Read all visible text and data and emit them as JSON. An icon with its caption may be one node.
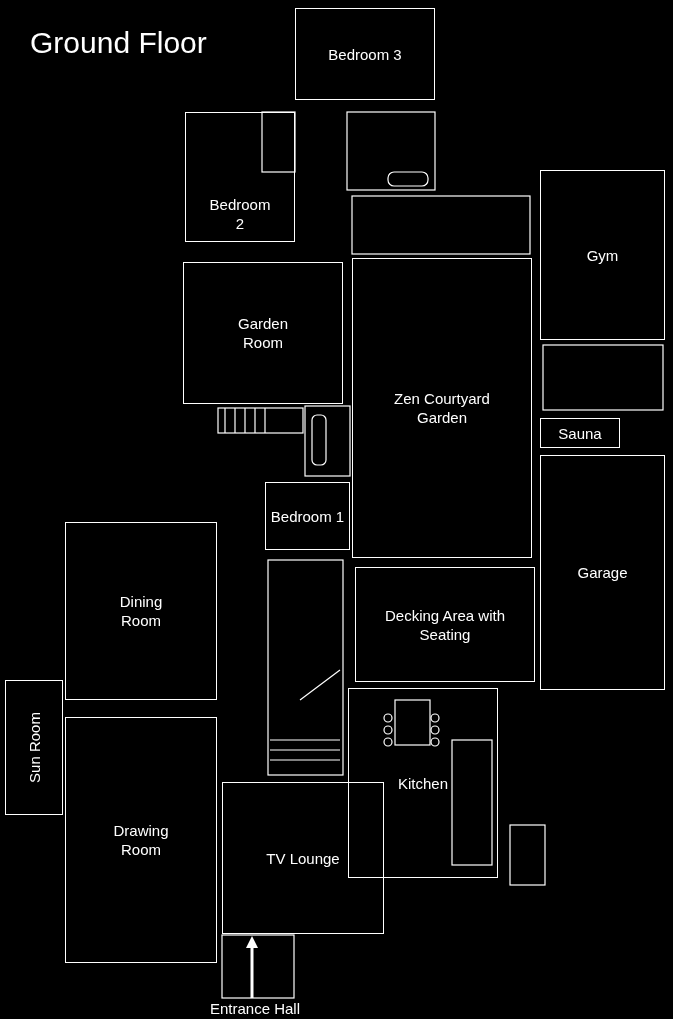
{
  "diagram": {
    "title": "Ground Floor",
    "nodes": [
      {
        "text": [
          "Bedroom 3"
        ]
      },
      {
        "text": [
          "Bedroom 2"
        ]
      },
      {
        "text": [
          "Gym"
        ]
      },
      {
        "text": [
          "Garden Room"
        ]
      },
      {
        "text": [
          "Zen Courtyard Garden"
        ]
      },
      {
        "text": [
          "Sauna"
        ]
      },
      {
        "text": [
          "Bedroom 1"
        ]
      },
      {
        "text": [
          "Garage"
        ]
      },
      {
        "text": [
          "Dining Room"
        ]
      },
      {
        "text": [
          "Decking Area with Seating"
        ]
      },
      {
        "text": [
          "Sun Room"
        ]
      },
      {
        "text": [
          "Kitchen"
        ]
      },
      {
        "text": [
          "Drawing Room"
        ]
      },
      {
        "text": [
          "TV Lounge"
        ]
      },
      {
        "text": [
          "Entrance Hall"
        ]
      }
    ],
    "edges": [
      {
        "from": 14,
        "to": 13,
        "arrow": "to"
      }
    ]
  }
}
